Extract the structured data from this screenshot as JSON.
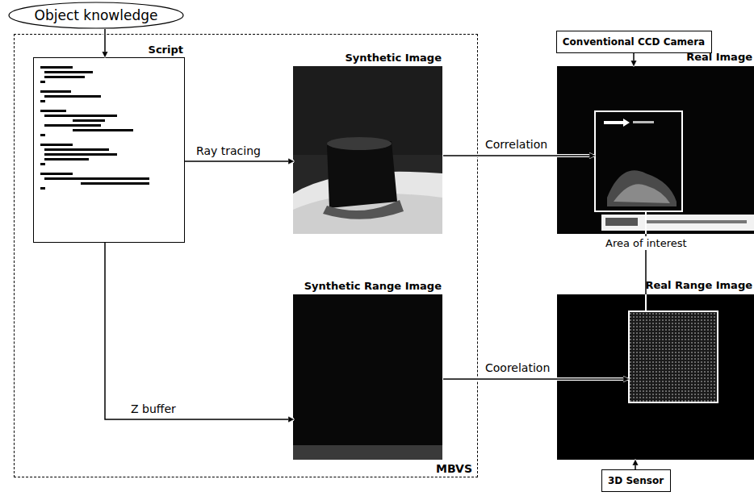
{
  "diagram": {
    "nodes": [
      {
        "text": [
          "Object knowledge"
        ]
      },
      {
        "text": [
          "MBVS"
        ]
      },
      {
        "text": [
          "Script"
        ],
        "in": 1
      },
      {
        "text": [
          "Synthetic Image"
        ],
        "in": 1
      },
      {
        "text": [
          "Synthetic Range Image"
        ],
        "in": 1
      },
      {
        "text": [
          "Conventional CCD Camera"
        ]
      },
      {
        "text": [
          "Real Image"
        ]
      },
      {
        "text": [
          "Real Range Image"
        ]
      },
      {
        "text": [
          "3D Sensor"
        ]
      }
    ],
    "edges": [
      {
        "from": 0,
        "to": 2,
        "arrow": "to"
      },
      {
        "from": 2,
        "to": 3,
        "label": "Ray tracing",
        "arrow": "to"
      },
      {
        "from": 2,
        "to": 4,
        "label": "Z buffer",
        "arrow": "to"
      },
      {
        "from": 3,
        "to": 6,
        "label": "Correlation",
        "arrow": "to"
      },
      {
        "from": 4,
        "to": 7,
        "label": "Coorelation",
        "arrow": "to"
      },
      {
        "from": 5,
        "to": 6,
        "arrow": "to"
      },
      {
        "from": 8,
        "to": 7,
        "arrow": "to"
      }
    ],
    "labels": [
      "Area of interest"
    ]
  }
}
